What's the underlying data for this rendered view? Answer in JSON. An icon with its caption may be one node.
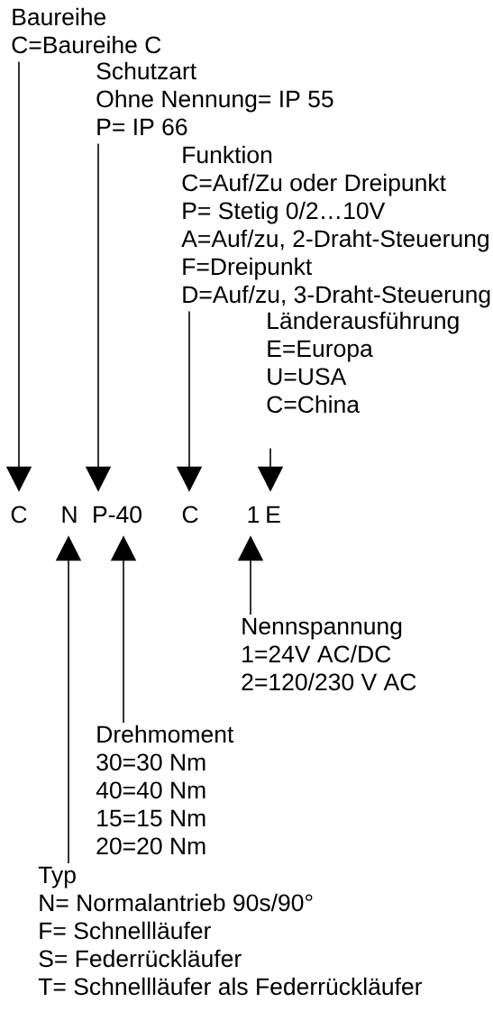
{
  "diagram": {
    "nodes": [
      {
        "text": [
          "Baureihe",
          "C=Baureihe C"
        ]
      },
      {
        "text": [
          "Schutzart",
          "Ohne Nennung= IP 55",
          "P= IP 66"
        ]
      },
      {
        "text": [
          "Funktion",
          "C=Auf/Zu oder Dreipunkt",
          "P= Stetig 0/2…10V",
          "A=Auf/zu, 2-Draht-Steuerung",
          "F=Dreipunkt",
          "D=Auf/zu, 3-Draht-Steuerung"
        ]
      },
      {
        "text": [
          "Länderausführung",
          "E=Europa",
          "U=USA",
          "C=China"
        ]
      },
      {
        "text": [
          "C"
        ]
      },
      {
        "text": [
          "N"
        ]
      },
      {
        "text": [
          "P-40"
        ]
      },
      {
        "text": [
          "C"
        ]
      },
      {
        "text": [
          "1"
        ]
      },
      {
        "text": [
          "E"
        ]
      },
      {
        "text": [
          "Nennspannung",
          "1=24V AC/DC",
          "2=120/230 V AC"
        ]
      },
      {
        "text": [
          "Drehmoment",
          "30=30 Nm",
          "40=40 Nm",
          "15=15 Nm",
          "20=20 Nm"
        ]
      },
      {
        "text": [
          "Typ",
          "N= Normalantrieb 90s/90°",
          "F= Schnellläufer",
          "S= Federrückläufer",
          "T= Schnellläufer als Federrückläufer"
        ]
      }
    ],
    "edges": [
      {
        "from": 0,
        "to": 4,
        "arrow": "to"
      },
      {
        "from": 1,
        "to": 6,
        "arrow": "to"
      },
      {
        "from": 2,
        "to": 7,
        "arrow": "to"
      },
      {
        "from": 3,
        "to": 9,
        "arrow": "to"
      },
      {
        "from": 10,
        "to": 8,
        "arrow": "to"
      },
      {
        "from": 11,
        "to": 6,
        "arrow": "to"
      },
      {
        "from": 12,
        "to": 5,
        "arrow": "to"
      }
    ]
  }
}
